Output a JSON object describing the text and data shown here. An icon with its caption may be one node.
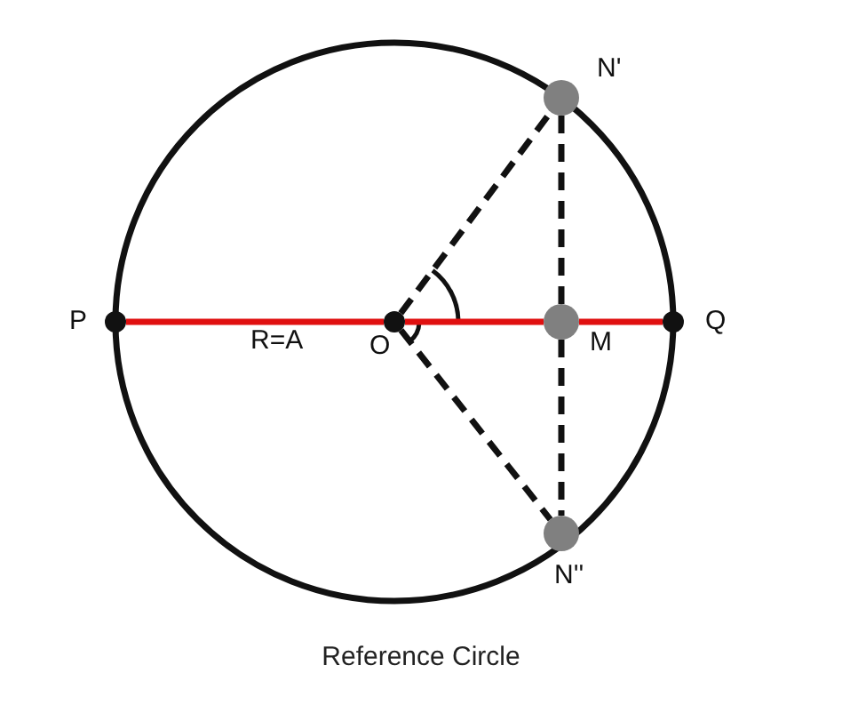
{
  "diagram": {
    "caption": "Reference Circle",
    "nodes": [
      {
        "text": [
          "N'"
        ]
      },
      {
        "text": [
          "P"
        ]
      },
      {
        "text": [
          "O"
        ]
      },
      {
        "text": [
          "M"
        ]
      },
      {
        "text": [
          "Q"
        ]
      },
      {
        "text": [
          "N''"
        ]
      }
    ],
    "edges": [
      {
        "from": 1,
        "to": 2,
        "arrow": "none",
        "color": "#e01010",
        "label": "R=A"
      },
      {
        "from": 2,
        "to": 3,
        "arrow": "none",
        "color": "#e01010"
      },
      {
        "from": 3,
        "to": 4,
        "arrow": "none",
        "color": "#e01010"
      },
      {
        "from": 2,
        "to": 0,
        "arrow": "none",
        "style": "dashed"
      },
      {
        "from": 2,
        "to": 5,
        "arrow": "none",
        "style": "dashed"
      },
      {
        "from": 0,
        "to": 3,
        "arrow": "none",
        "style": "dashed"
      },
      {
        "from": 3,
        "to": 5,
        "arrow": "none",
        "style": "dashed"
      }
    ]
  }
}
